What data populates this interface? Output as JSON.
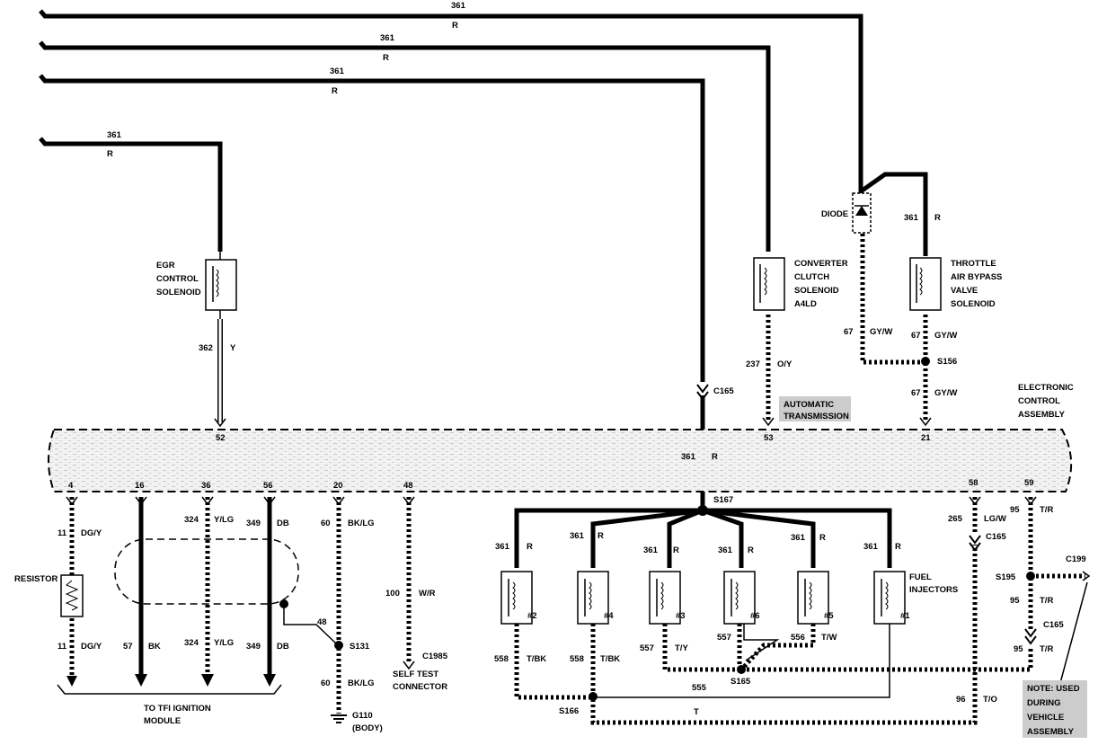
{
  "wires": {
    "top1": {
      "num": "361",
      "color": "R"
    },
    "top2": {
      "num": "361",
      "color": "R"
    },
    "top3": {
      "num": "361",
      "color": "R"
    },
    "top4": {
      "num": "361",
      "color": "R"
    },
    "egr_out": {
      "num": "362",
      "color": "Y"
    },
    "ccs_out": {
      "num": "237",
      "color": "O/Y"
    },
    "diode_in": {
      "num": "361",
      "color": "R"
    },
    "tab_out": {
      "num": "67",
      "color": "GY/W"
    },
    "diode_out": {
      "num": "67",
      "color": "GY/W"
    },
    "s156_out": {
      "num": "67",
      "color": "GY/W"
    },
    "center": {
      "num": "361",
      "color": "R"
    },
    "p4": {
      "num": "11",
      "color": "DG/Y"
    },
    "p4b": {
      "num": "11",
      "color": "DG/Y"
    },
    "p16": {
      "num": "57",
      "color": "BK"
    },
    "p36": {
      "num": "324",
      "color": "Y/LG"
    },
    "p36b": {
      "num": "324",
      "color": "Y/LG"
    },
    "p56": {
      "num": "349",
      "color": "DB"
    },
    "p56b": {
      "num": "349",
      "color": "DB"
    },
    "p20": {
      "num": "60",
      "color": "BK/LG"
    },
    "p20b": {
      "num": "60",
      "color": "BK/LG"
    },
    "shield": {
      "num": "48"
    },
    "p48": {
      "num": "100",
      "color": "W/R"
    },
    "inj2": {
      "num": "361",
      "color": "R"
    },
    "inj4": {
      "num": "361",
      "color": "R"
    },
    "inj3": {
      "num": "361",
      "color": "R"
    },
    "inj6": {
      "num": "361",
      "color": "R"
    },
    "inj5": {
      "num": "361",
      "color": "R"
    },
    "inj1": {
      "num": "361",
      "color": "R"
    },
    "out2": {
      "num": "558",
      "color": "T/BK"
    },
    "out4": {
      "num": "558",
      "color": "T/BK"
    },
    "out3": {
      "num": "557",
      "color": "T/Y"
    },
    "out6": {
      "num": "557"
    },
    "out5": {
      "num": "556",
      "color": "T/W"
    },
    "w555": {
      "num": "555"
    },
    "wT": {
      "color": "T"
    },
    "p58": {
      "num": "265",
      "color": "LG/W"
    },
    "w96": {
      "num": "96",
      "color": "T/O"
    },
    "p59": {
      "num": "95",
      "color": "T/R"
    },
    "w95b": {
      "num": "95",
      "color": "T/R"
    },
    "w95c": {
      "num": "95",
      "color": "T/R"
    }
  },
  "components": {
    "egr": [
      "EGR",
      "CONTROL",
      "SOLENOID"
    ],
    "ccs": [
      "CONVERTER",
      "CLUTCH",
      "SOLENOID",
      "A4LD"
    ],
    "tab": [
      "THROTTLE",
      "AIR BYPASS",
      "VALVE",
      "SOLENOID"
    ],
    "diode": "DIODE",
    "ecu": [
      "ELECTRONIC",
      "CONTROL",
      "ASSEMBLY"
    ],
    "auto_trans": [
      "AUTOMATIC",
      "TRANSMISSION"
    ],
    "resistor": "RESISTOR",
    "fuel_injectors": [
      "FUEL",
      "INJECTORS"
    ],
    "tfi": [
      "TO TFI IGNITION",
      "MODULE"
    ],
    "self_test": [
      "SELF  TEST",
      "CONNECTOR"
    ],
    "ground": [
      "G110",
      "(BODY)"
    ],
    "note": [
      "NOTE: USED",
      "DURING",
      "VEHICLE",
      "ASSEMBLY"
    ]
  },
  "injector_labels": [
    "#2",
    "#4",
    "#3",
    "#6",
    "#5",
    "#1"
  ],
  "connectors": {
    "c165a": "C165",
    "c165b": "C165",
    "c165c": "C165",
    "c1985": "C1985",
    "c199": "C199"
  },
  "splices": {
    "s156": "S156",
    "s167": "S167",
    "s131": "S131",
    "s165": "S165",
    "s166": "S166",
    "s195": "S195"
  },
  "pins": {
    "p52": "52",
    "p53": "53",
    "p21": "21",
    "p4": "4",
    "p16": "16",
    "p36": "36",
    "p56": "56",
    "p20": "20",
    "p48": "48",
    "p58": "58",
    "p59": "59"
  }
}
